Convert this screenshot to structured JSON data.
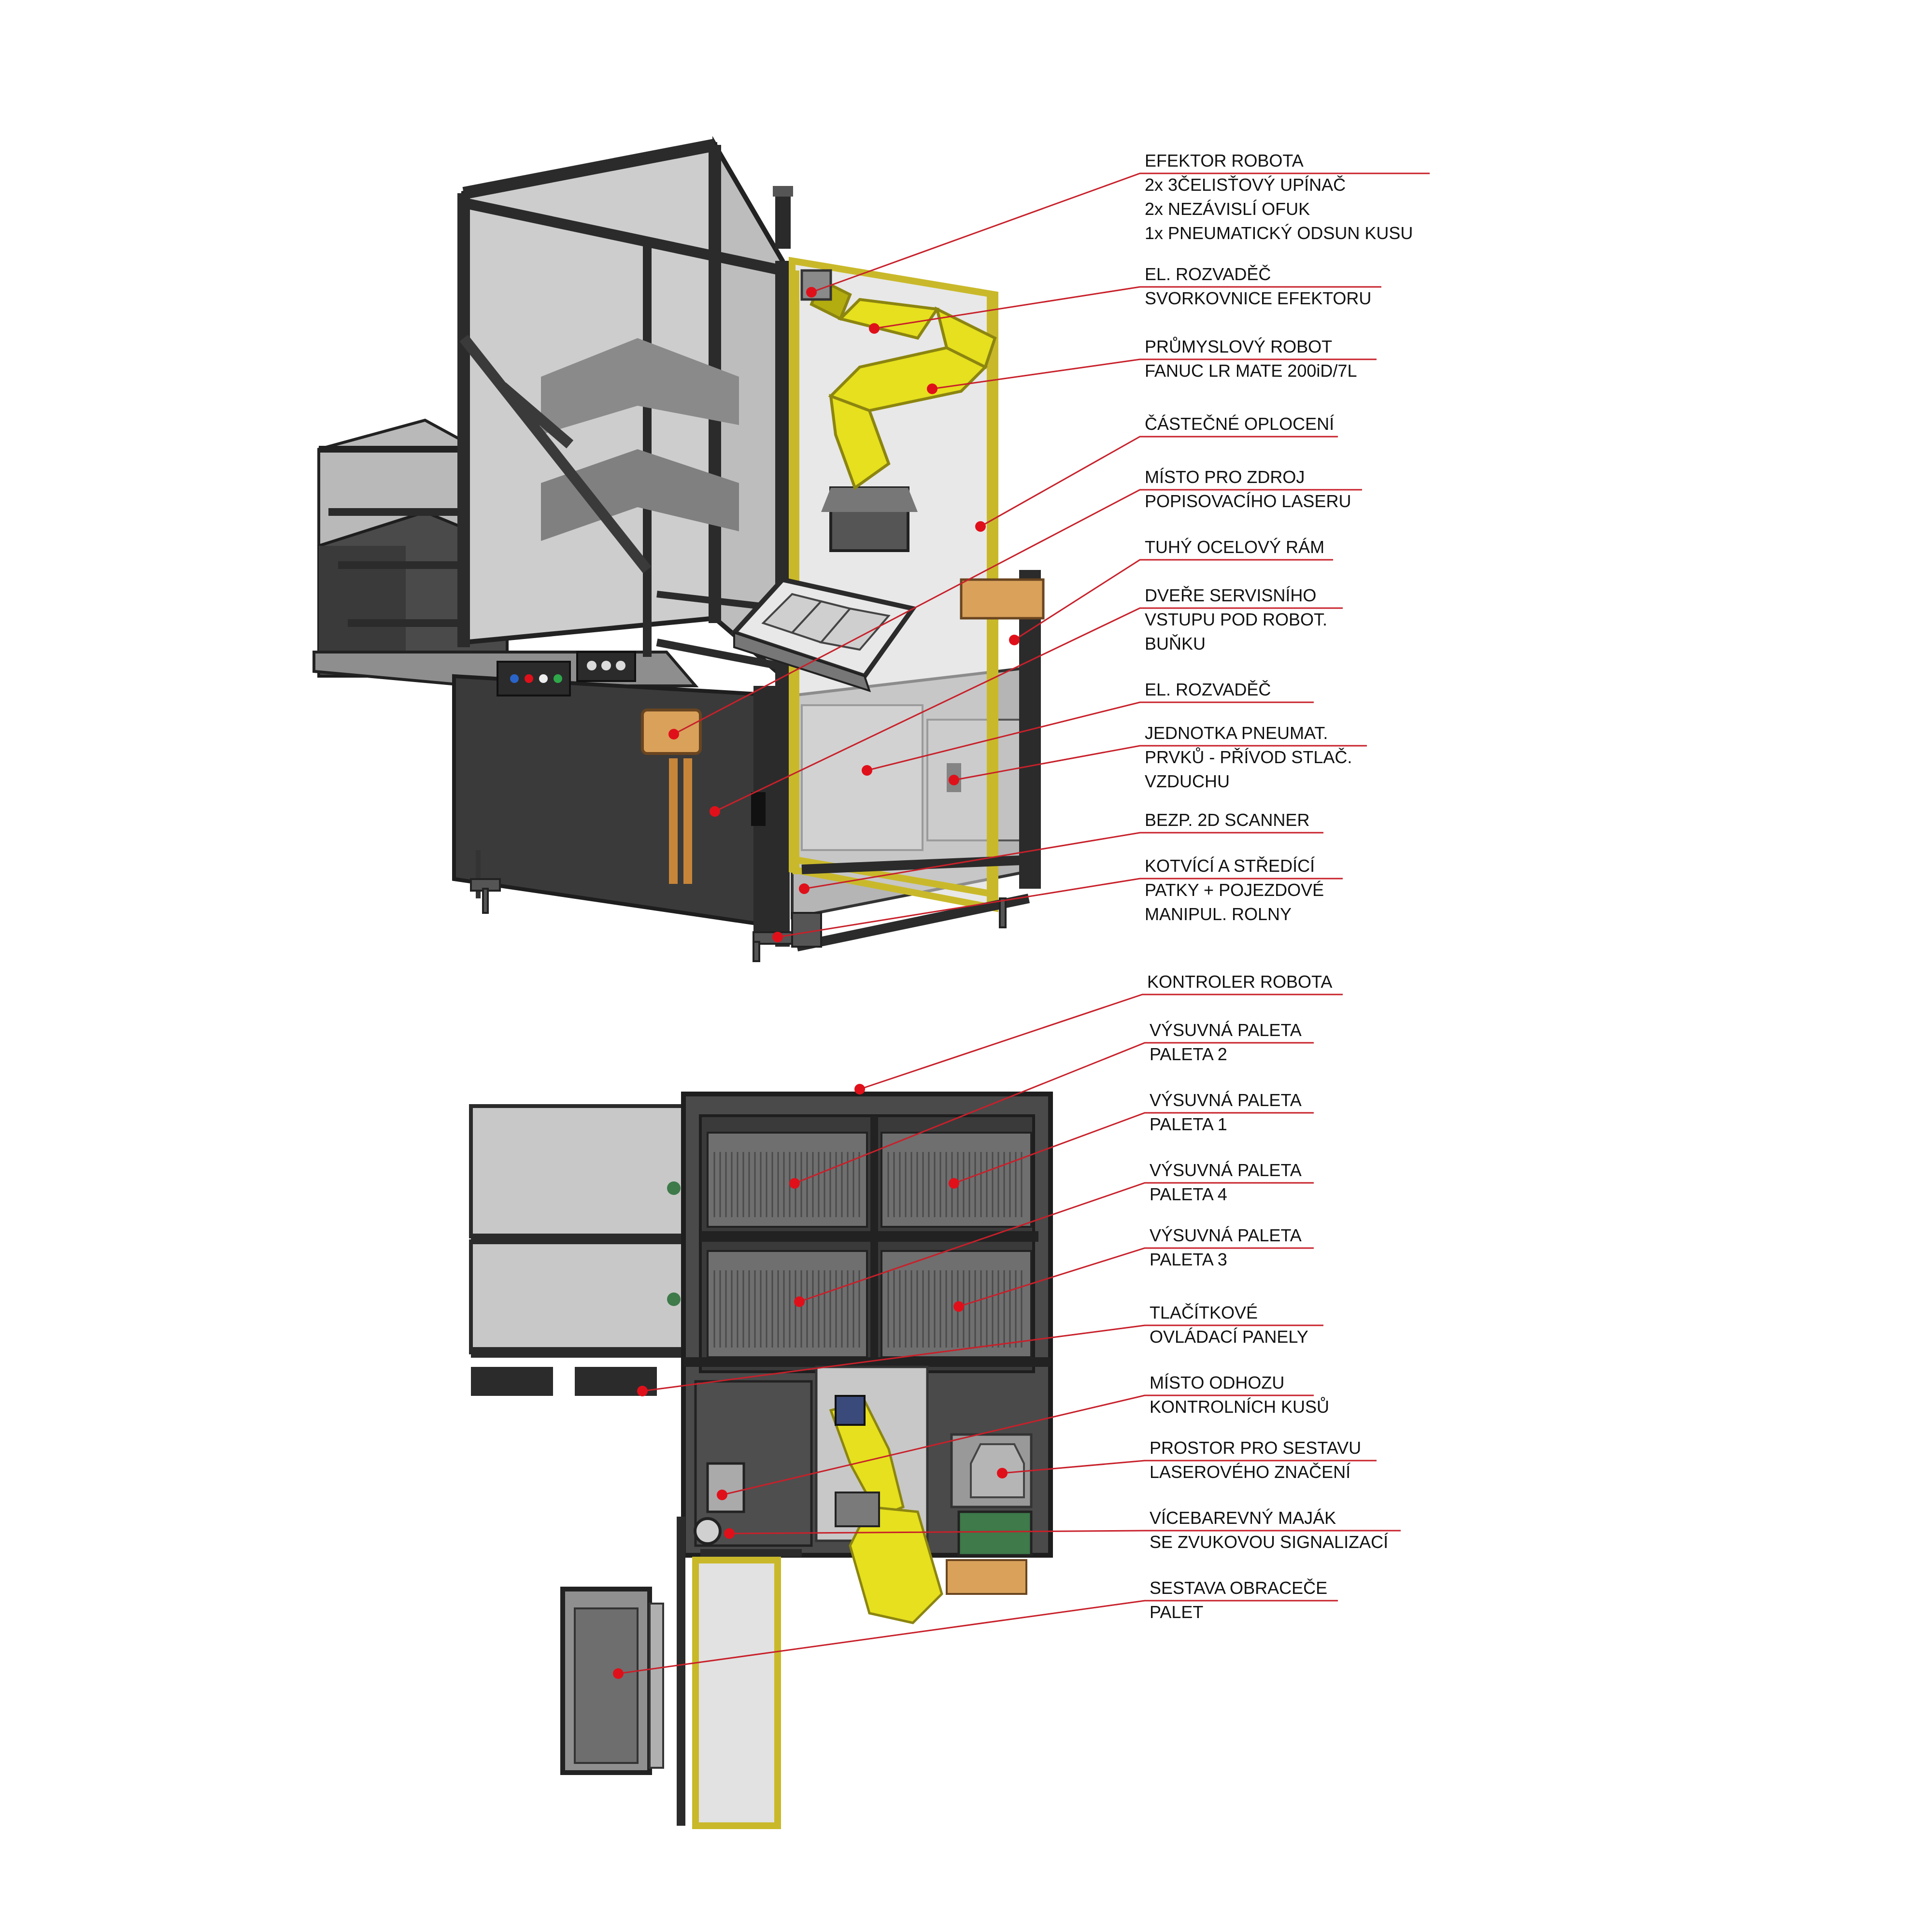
{
  "palette": {
    "frame": "#2b2b2b",
    "panel": "#3c3c3c",
    "panel_light": "#8a8a8a",
    "glass": "#c4c4c4",
    "robot": "#e6e01e",
    "robot_dark": "#b4ad10",
    "leader": "#c8202a",
    "dot": "#e0101a",
    "wood": "#d9a15a",
    "green": "#3e7a4a"
  },
  "callouts_top": [
    {
      "lines": [
        "EFEKTOR ROBOTA",
        "2x 3ČELISŤOVÝ UPÍNAČ",
        "2x NEZÁVISLÍ OFUK",
        "1x PNEUMATICKÝ ODSUN KUSU"
      ]
    },
    {
      "lines": [
        "EL. ROZVADĚČ",
        "SVORKOVNICE EFEKTORU"
      ]
    },
    {
      "lines": [
        "PRŮMYSLOVÝ ROBOT",
        "FANUC LR MATE 200iD/7L"
      ]
    },
    {
      "lines": [
        "ČÁSTEČNÉ OPLOCENÍ"
      ]
    },
    {
      "lines": [
        "MÍSTO PRO ZDROJ",
        "POPISOVACÍHO LASERU"
      ]
    },
    {
      "lines": [
        "TUHÝ OCELOVÝ RÁM"
      ]
    },
    {
      "lines": [
        "DVEŘE SERVISNÍHO",
        "VSTUPU POD ROBOT.",
        "BUŇKU"
      ]
    },
    {
      "lines": [
        "EL. ROZVADĚČ"
      ]
    },
    {
      "lines": [
        "JEDNOTKA PNEUMAT.",
        "PRVKŮ - PŘÍVOD STLAČ.",
        "VZDUCHU"
      ]
    },
    {
      "lines": [
        "BEZP. 2D SCANNER"
      ]
    },
    {
      "lines": [
        "KOTVÍCÍ A STŘEDÍCÍ",
        "PATKY + POJEZDOVÉ",
        "MANIPUL. ROLNY"
      ]
    }
  ],
  "callouts_bottom": [
    {
      "lines": [
        "KONTROLER ROBOTA"
      ]
    },
    {
      "lines": [
        "VÝSUVNÁ PALETA",
        "PALETA 2"
      ]
    },
    {
      "lines": [
        "VÝSUVNÁ PALETA",
        "PALETA 1"
      ]
    },
    {
      "lines": [
        "VÝSUVNÁ PALETA",
        "PALETA 4"
      ]
    },
    {
      "lines": [
        "VÝSUVNÁ PALETA",
        "PALETA 3"
      ]
    },
    {
      "lines": [
        "TLAČÍTKOVÉ",
        "OVLÁDACÍ PANELY"
      ]
    },
    {
      "lines": [
        "MÍSTO ODHOZU",
        "KONTROLNÍCH KUSŮ"
      ]
    },
    {
      "lines": [
        "PROSTOR PRO SESTAVU",
        "LASEROVÉHO ZNAČENÍ"
      ]
    },
    {
      "lines": [
        "VÍCEBAREVNÝ MAJÁK",
        "SE ZVUKOVOU SIGNALIZACÍ"
      ]
    },
    {
      "lines": [
        "SESTAVA OBRACEČE",
        "PALET"
      ]
    }
  ]
}
